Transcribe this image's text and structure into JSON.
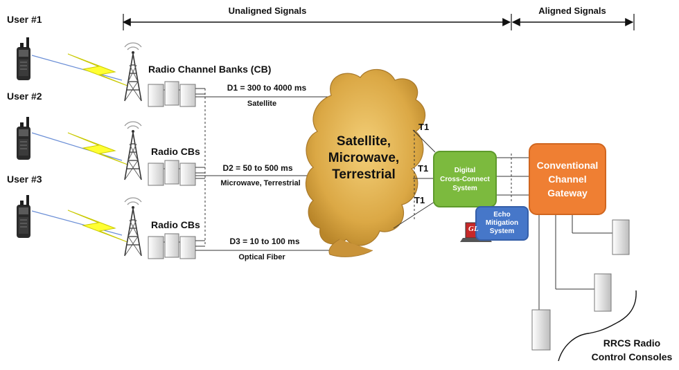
{
  "header": {
    "unaligned": "Unaligned Signals",
    "aligned": "Aligned Signals"
  },
  "users": [
    {
      "label": "User #1"
    },
    {
      "label": "User #2"
    },
    {
      "label": "User #3"
    }
  ],
  "channel_banks": [
    {
      "label": "Radio Channel Banks (CB)"
    },
    {
      "label": "Radio CBs"
    },
    {
      "label": "Radio CBs"
    }
  ],
  "links": [
    {
      "delay": "D1 = 300 to 4000 ms",
      "medium": "Satellite"
    },
    {
      "delay": "D2 = 50 to 500 ms",
      "medium": "Microwave, Terrestrial"
    },
    {
      "delay": "D3 = 10 to 100 ms",
      "medium": "Optical Fiber"
    }
  ],
  "cloud": {
    "lines": [
      "Satellite,",
      "Microwave,",
      "Terrestrial"
    ]
  },
  "trunks": [
    "T1",
    "T1",
    "T1"
  ],
  "dcs": {
    "lines": [
      "Digital",
      "Cross-Connect",
      "System"
    ]
  },
  "echo": {
    "lines": [
      "Echo",
      "Mitigation",
      "System"
    ],
    "logo": "GL"
  },
  "gateway": {
    "lines": [
      "Conventional",
      "Channel",
      "Gateway"
    ]
  },
  "consoles": {
    "lines": [
      "RRCS Radio",
      "Control Consoles"
    ]
  },
  "colors": {
    "dcs": "#7cba3e",
    "gateway": "#ef7f33",
    "echo": "#4677c9",
    "cloud": "#d9a43c",
    "lightning": "#ffff33"
  }
}
